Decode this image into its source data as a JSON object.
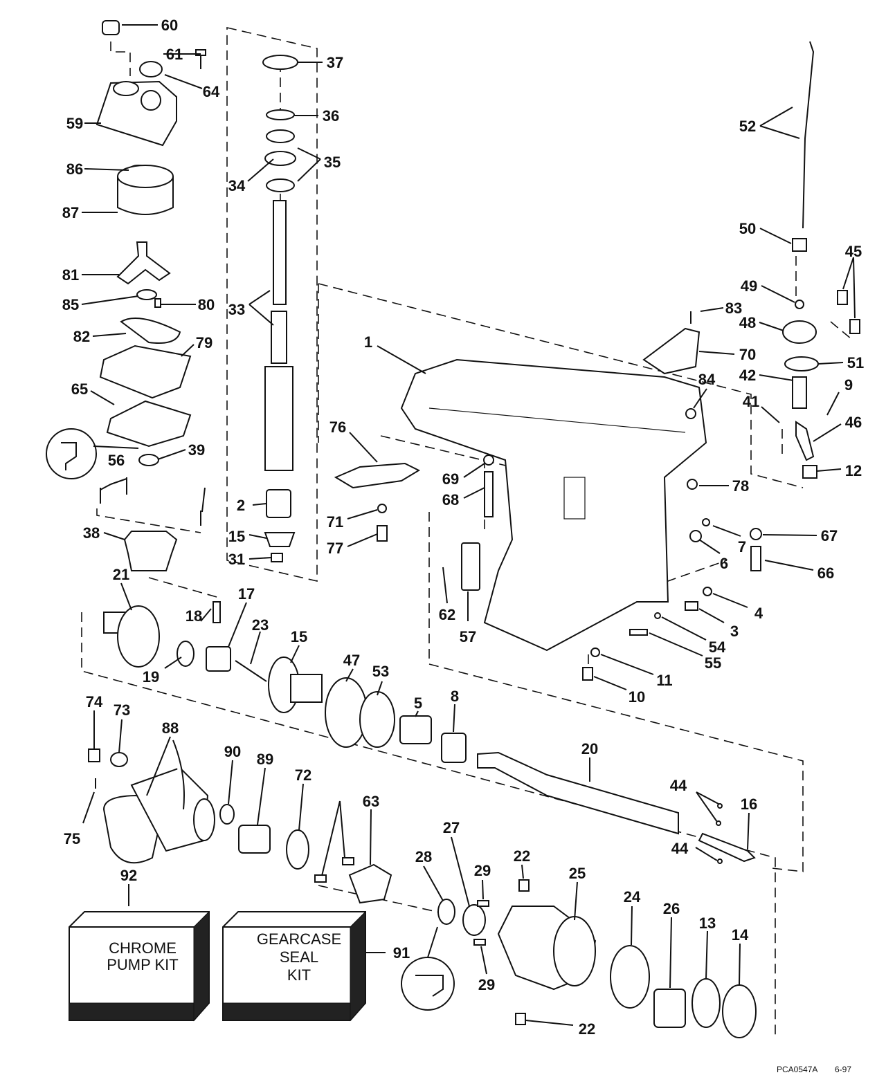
{
  "diagram": {
    "callouts": [
      "1",
      "2",
      "3",
      "4",
      "5",
      "6",
      "7",
      "8",
      "9",
      "10",
      "11",
      "12",
      "13",
      "14",
      "15",
      "16",
      "17",
      "18",
      "19",
      "20",
      "21",
      "22",
      "23",
      "24",
      "25",
      "26",
      "27",
      "28",
      "29",
      "31",
      "33",
      "34",
      "35",
      "36",
      "37",
      "38",
      "39",
      "41",
      "42",
      "44",
      "45",
      "46",
      "47",
      "48",
      "49",
      "50",
      "51",
      "52",
      "53",
      "54",
      "55",
      "56",
      "57",
      "59",
      "60",
      "61",
      "62",
      "63",
      "64",
      "65",
      "66",
      "67",
      "68",
      "69",
      "70",
      "71",
      "72",
      "73",
      "74",
      "75",
      "76",
      "77",
      "78",
      "79",
      "80",
      "81",
      "82",
      "83",
      "84",
      "85",
      "86",
      "87",
      "88",
      "89",
      "90",
      "91",
      "92"
    ],
    "kits": {
      "chrome_pump": [
        "CHROME",
        "PUMP KIT"
      ],
      "gearcase_seal": [
        "GEARCASE",
        "SEAL",
        "KIT"
      ]
    },
    "footer": {
      "code": "PCA0547A",
      "date": "6-97"
    }
  }
}
